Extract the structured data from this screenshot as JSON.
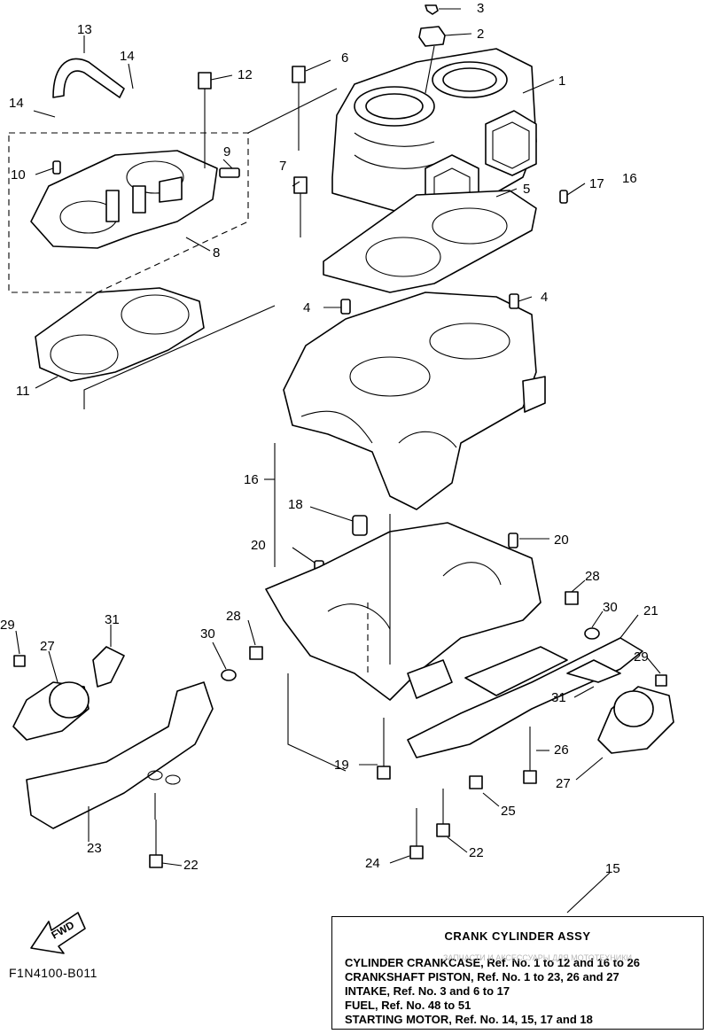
{
  "diagram": {
    "drawing_code": "F1N4100-B011",
    "fwd_label": "FWD",
    "callouts": [
      "1",
      "2",
      "3",
      "4",
      "5",
      "6",
      "7",
      "8",
      "9",
      "10",
      "11",
      "12",
      "13",
      "14",
      "15",
      "16",
      "17",
      "18",
      "19",
      "20",
      "21",
      "22",
      "23",
      "24",
      "25",
      "26",
      "27",
      "28",
      "29",
      "30",
      "31"
    ],
    "labels": {
      "c1": "1",
      "c2": "2",
      "c3": "3",
      "c4a": "4",
      "c4b": "4",
      "c5": "5",
      "c6": "6",
      "c7": "7",
      "c8": "8",
      "c9": "9",
      "c10": "10",
      "c11": "11",
      "c12": "12",
      "c13": "13",
      "c14a": "14",
      "c14b": "14",
      "c15": "15",
      "c16a": "16",
      "c16b": "16",
      "c17": "17",
      "c18": "18",
      "c19": "19",
      "c20a": "20",
      "c20b": "20",
      "c21": "21",
      "c22a": "22",
      "c22b": "22",
      "c23": "23",
      "c24": "24",
      "c25": "25",
      "c26": "26",
      "c27a": "27",
      "c27b": "27",
      "c28a": "28",
      "c28b": "28",
      "c29a": "29",
      "c29b": "29",
      "c30a": "30",
      "c30b": "30",
      "c31a": "31",
      "c31b": "31"
    }
  },
  "legend": {
    "title": "CRANK  CYLINDER ASSY",
    "rows": [
      {
        "name": "CYLINDER CRANKCASE,",
        "ref": "Ref. No. 1 to 12 and 16 to 26"
      },
      {
        "name": "CRANKSHAFT PISTON,",
        "ref": "Ref. No. 1 to 23, 26 and 27"
      },
      {
        "name": "INTAKE,",
        "ref": "Ref. No. 3 and 6 to 17"
      },
      {
        "name": "FUEL,",
        "ref": "Ref. No. 48 to 51"
      },
      {
        "name": "STARTING MOTOR,",
        "ref": "Ref. No. 14, 15, 17 and 18"
      }
    ],
    "watermark": "ЗАПЧАСТИ И АКСЕССУАРЫ ДЛЯ МОТОТЕХНИКИ"
  }
}
